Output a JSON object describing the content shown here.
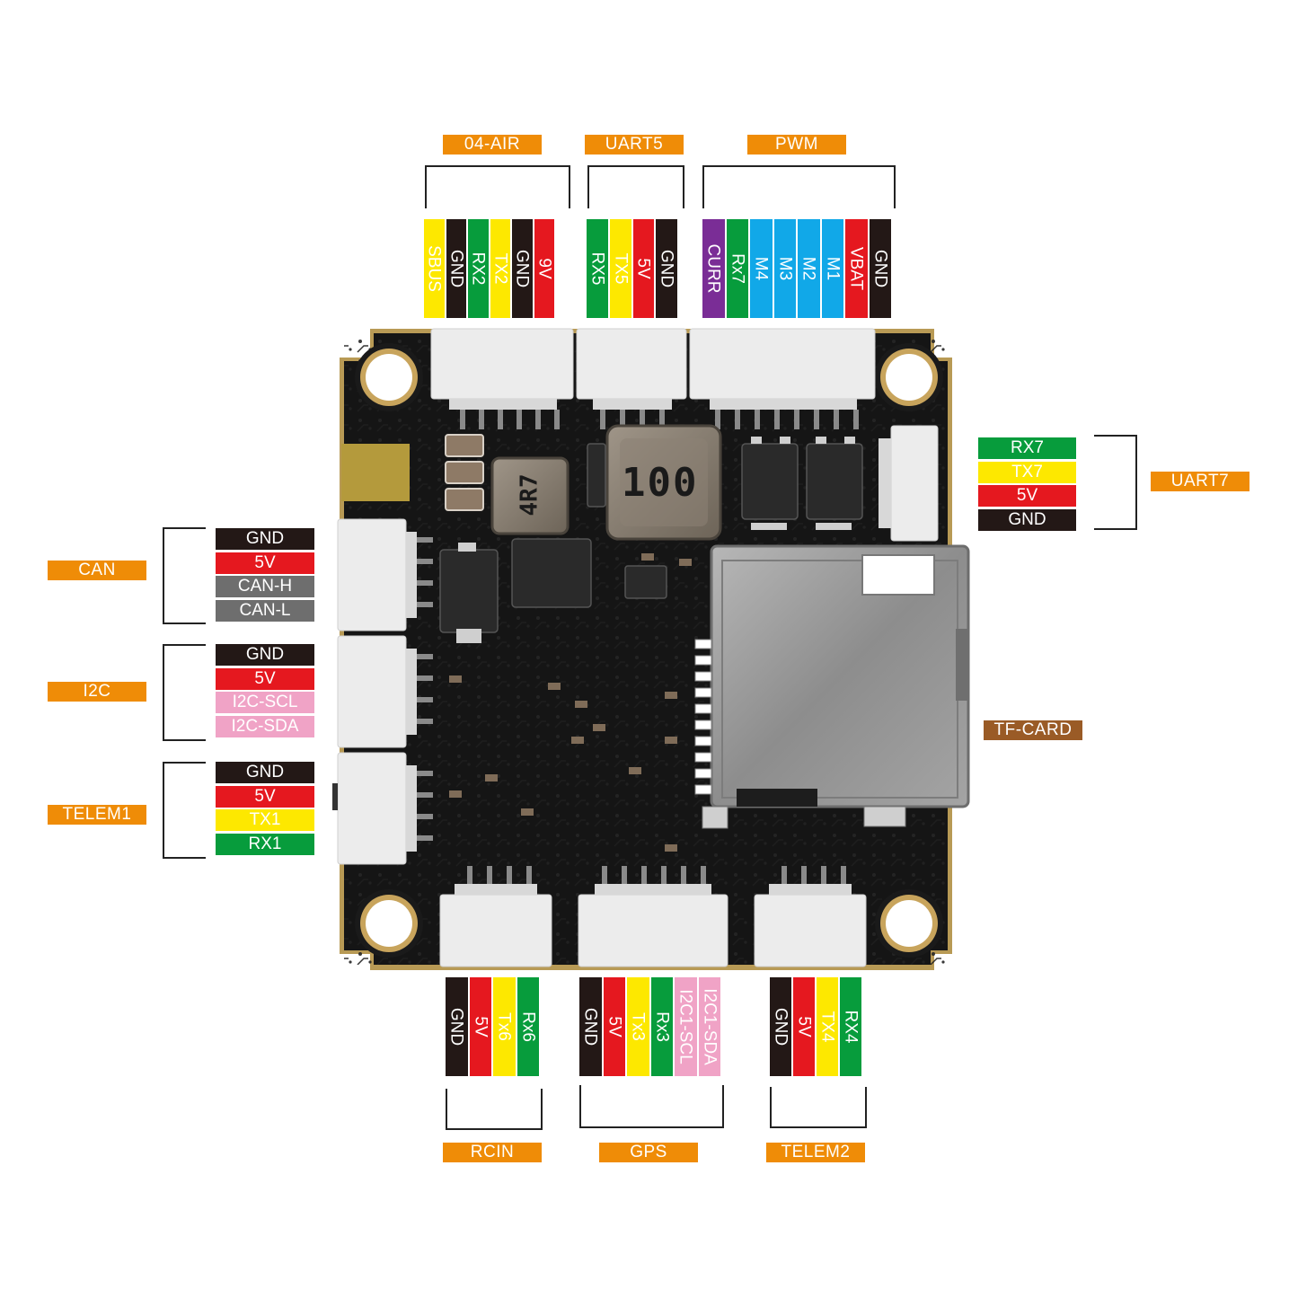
{
  "colors": {
    "label_bg": "#ef8c07",
    "card_label_bg": "#9a5b26",
    "GND": "#231816",
    "5V": "#e5181f",
    "9V": "#e5181f",
    "VBAT": "#e5181f",
    "RX": "#079c3c",
    "TX": "#fde800",
    "SBUS": "#fde800",
    "M": "#11a8e8",
    "CURR": "#7a2d96",
    "CAN": "#6e6e6e",
    "I2C": "#f0a3c6",
    "pcb": "#151515",
    "connector": "#ececec",
    "sd_metal": "#9b9b9b",
    "gold": "#c8a45c"
  },
  "board": {
    "inductor_large_text": "100",
    "inductor_small_text": "4R7"
  },
  "connectors": {
    "o4_air": {
      "label": "04-AIR",
      "pins": [
        {
          "text": "SBUS",
          "color": "SBUS"
        },
        {
          "text": "GND",
          "color": "GND"
        },
        {
          "text": "RX2",
          "color": "RX"
        },
        {
          "text": "TX2",
          "color": "TX"
        },
        {
          "text": "GND",
          "color": "GND"
        },
        {
          "text": "9V",
          "color": "9V"
        }
      ]
    },
    "uart5": {
      "label": "UART5",
      "pins": [
        {
          "text": "RX5",
          "color": "RX"
        },
        {
          "text": "TX5",
          "color": "TX"
        },
        {
          "text": "5V",
          "color": "5V"
        },
        {
          "text": "GND",
          "color": "GND"
        }
      ]
    },
    "pwm": {
      "label": "PWM",
      "pins": [
        {
          "text": "CURR",
          "color": "CURR"
        },
        {
          "text": "Rx7",
          "color": "RX"
        },
        {
          "text": "M4",
          "color": "M"
        },
        {
          "text": "M3",
          "color": "M"
        },
        {
          "text": "M2",
          "color": "M"
        },
        {
          "text": "M1",
          "color": "M"
        },
        {
          "text": "VBAT",
          "color": "VBAT"
        },
        {
          "text": "GND",
          "color": "GND"
        }
      ]
    },
    "uart7": {
      "label": "UART7",
      "pins": [
        {
          "text": "RX7",
          "color": "RX"
        },
        {
          "text": "TX7",
          "color": "TX"
        },
        {
          "text": "5V",
          "color": "5V"
        },
        {
          "text": "GND",
          "color": "GND"
        }
      ]
    },
    "can": {
      "label": "CAN",
      "pins": [
        {
          "text": "GND",
          "color": "GND"
        },
        {
          "text": "5V",
          "color": "5V"
        },
        {
          "text": "CAN-H",
          "color": "CAN"
        },
        {
          "text": "CAN-L",
          "color": "CAN"
        }
      ]
    },
    "i2c": {
      "label": "I2C",
      "pins": [
        {
          "text": "GND",
          "color": "GND"
        },
        {
          "text": "5V",
          "color": "5V"
        },
        {
          "text": "I2C-SCL",
          "color": "I2C"
        },
        {
          "text": "I2C-SDA",
          "color": "I2C"
        }
      ]
    },
    "telem1": {
      "label": "TELEM1",
      "pins": [
        {
          "text": "GND",
          "color": "GND"
        },
        {
          "text": "5V",
          "color": "5V"
        },
        {
          "text": "TX1",
          "color": "TX"
        },
        {
          "text": "RX1",
          "color": "RX"
        }
      ]
    },
    "rcin": {
      "label": "RCIN",
      "pins": [
        {
          "text": "GND",
          "color": "GND"
        },
        {
          "text": "5V",
          "color": "5V"
        },
        {
          "text": "Tx6",
          "color": "TX"
        },
        {
          "text": "Rx6",
          "color": "RX"
        }
      ]
    },
    "gps": {
      "label": "GPS",
      "pins": [
        {
          "text": "GND",
          "color": "GND"
        },
        {
          "text": "5V",
          "color": "5V"
        },
        {
          "text": "Tx3",
          "color": "TX"
        },
        {
          "text": "Rx3",
          "color": "RX"
        },
        {
          "text": "I2C1-SCL",
          "color": "I2C"
        },
        {
          "text": "I2C1-SDA",
          "color": "I2C"
        }
      ]
    },
    "telem2": {
      "label": "TELEM2",
      "pins": [
        {
          "text": "GND",
          "color": "GND"
        },
        {
          "text": "5V",
          "color": "5V"
        },
        {
          "text": "TX4",
          "color": "TX"
        },
        {
          "text": "RX4",
          "color": "RX"
        }
      ]
    },
    "tf_card": {
      "label": "TF-CARD"
    }
  }
}
